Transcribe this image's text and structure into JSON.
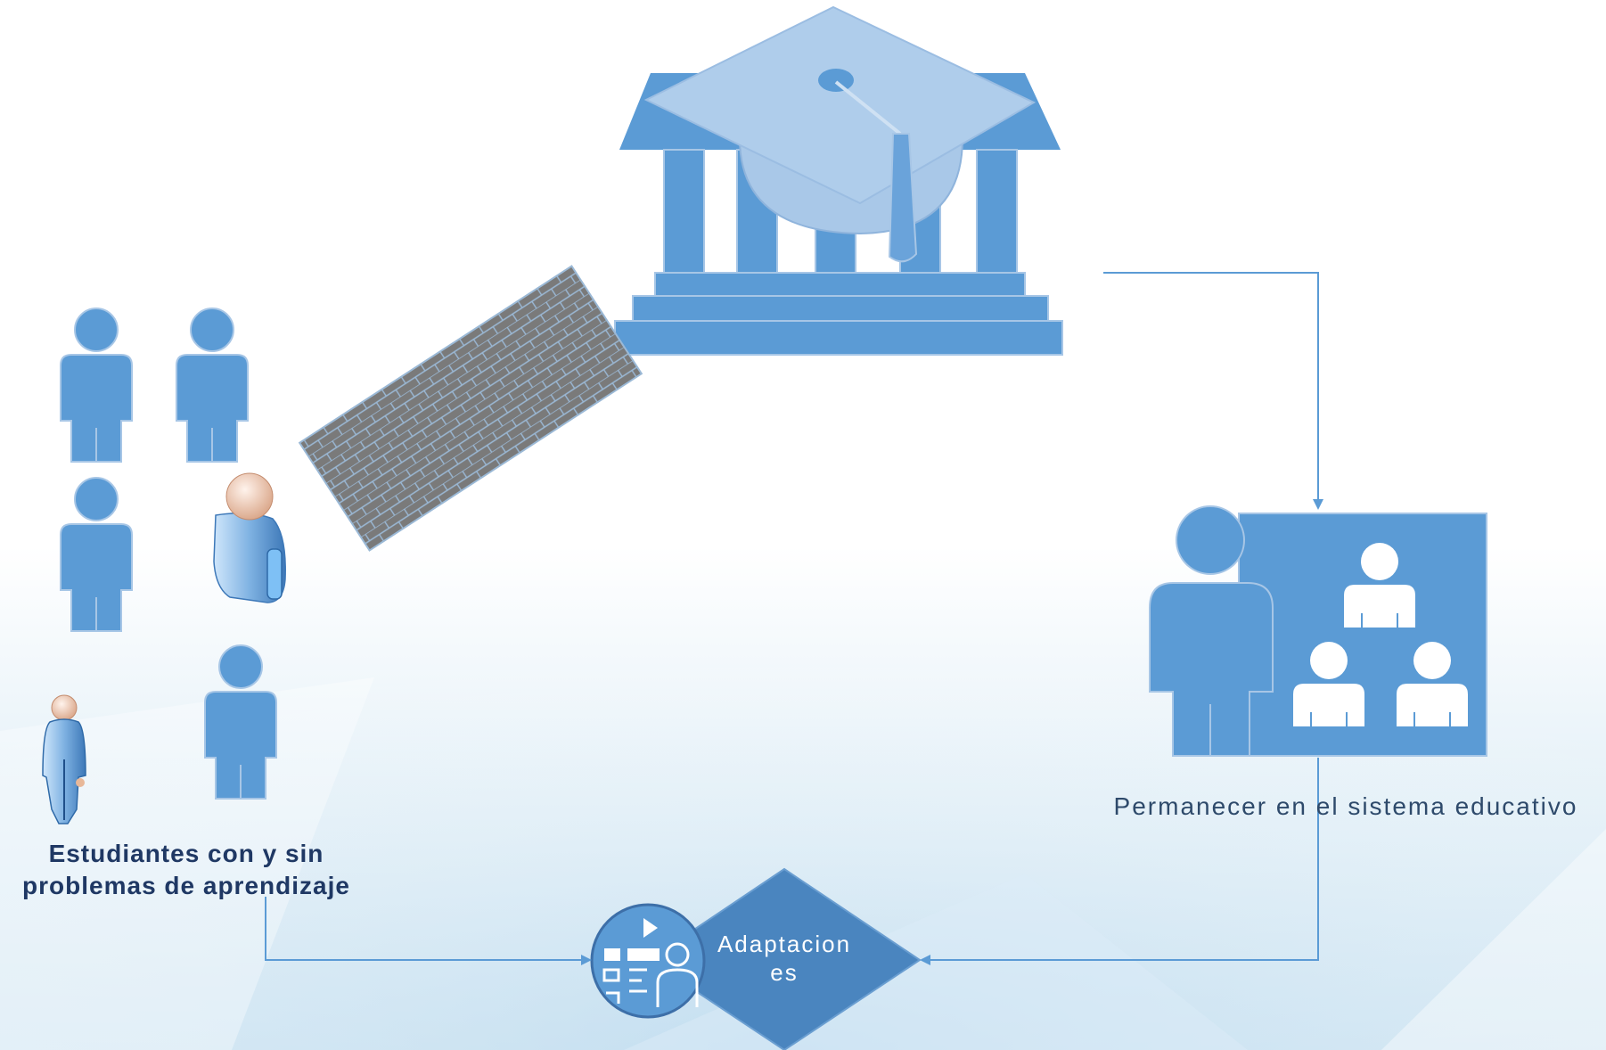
{
  "colors": {
    "primary_blue": "#5b9bd5",
    "cap_blue": "#a9c8e8",
    "diamond_blue": "#4a85bf",
    "connector": "#5b9bd5",
    "label_dark": "#1f3864"
  },
  "nodes": {
    "students": {
      "line1": "Estudiantes con y sin",
      "line2": "problemas de aprendizaje",
      "icon": "student-group-icon"
    },
    "institution": {
      "icon": "university-building-with-graduation-cap-icon"
    },
    "teacher": {
      "label": "Permanecer en el sistema educativo",
      "icon": "teacher-with-classroom-icon"
    },
    "adaptations": {
      "line1": "Adaptacion",
      "line2": "es",
      "icon": "presentation-user-icon"
    },
    "barrier": {
      "icon": "brick-wall-barrier-icon"
    }
  },
  "edges": [
    {
      "from": "institution",
      "to": "teacher"
    },
    {
      "from": "teacher",
      "to": "adaptations"
    },
    {
      "from": "students",
      "to": "adaptations"
    }
  ]
}
